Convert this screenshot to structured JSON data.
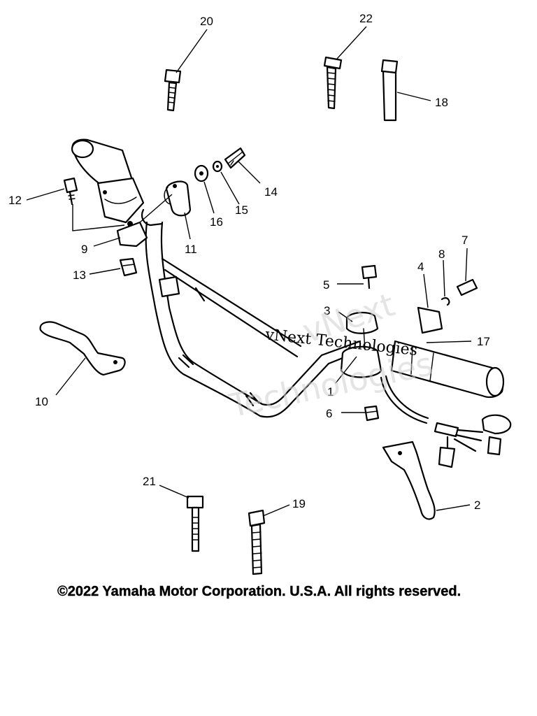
{
  "callouts": [
    "1",
    "2",
    "3",
    "4",
    "5",
    "6",
    "7",
    "8",
    "9",
    "10",
    "11",
    "12",
    "13",
    "14",
    "15",
    "16",
    "17",
    "18",
    "19",
    "20",
    "21",
    "22"
  ],
  "watermark": {
    "line1": "vNext Technologies",
    "line2": "vNext",
    "line3": "Technologies"
  },
  "copyright": "©2022 Yamaha Motor Corporation. U.S.A. All rights reserved."
}
